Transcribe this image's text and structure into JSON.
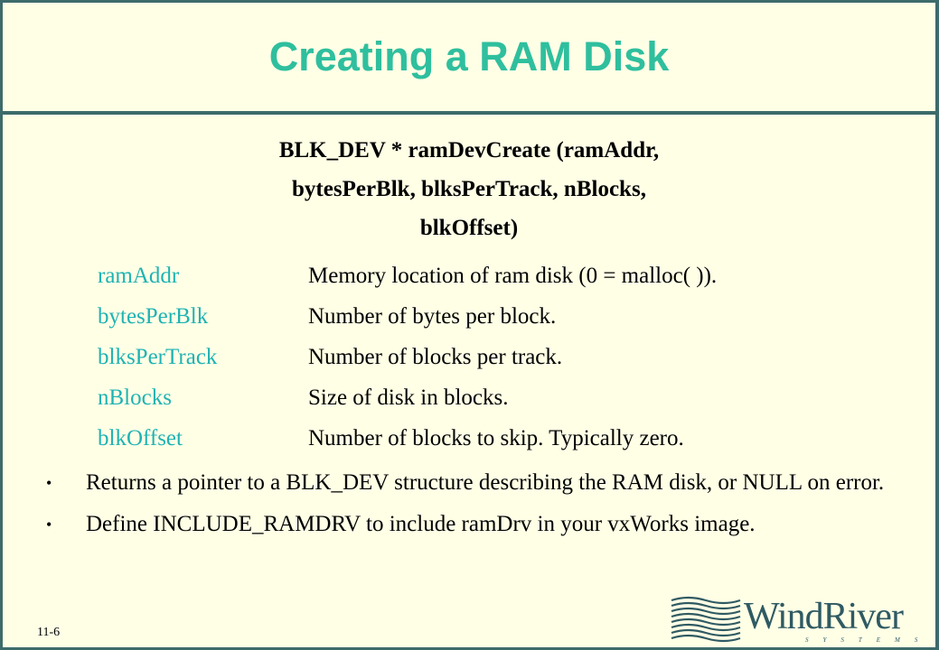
{
  "slide": {
    "title": "Creating a RAM Disk",
    "signature_lines": [
      "BLK_DEV * ramDevCreate (ramAddr,",
      "bytesPerBlk, blksPerTrack, nBlocks,",
      "blkOffset)"
    ],
    "params": [
      {
        "name": "ramAddr",
        "desc": "Memory location of ram disk (0 = malloc( ))."
      },
      {
        "name": "bytesPerBlk",
        "desc": "Number of bytes per block."
      },
      {
        "name": "blksPerTrack",
        "desc": "Number of blocks per track."
      },
      {
        "name": "nBlocks",
        "desc": "Size of disk in blocks."
      },
      {
        "name": "blkOffset",
        "desc": "Number of blocks to skip. Typically zero."
      }
    ],
    "bullets": [
      "Returns a pointer to a BLK_DEV structure describing the RAM disk, or NULL on error.",
      "Define INCLUDE_RAMDRV to include ramDrv in your vxWorks image."
    ],
    "bullet_glyph": "•",
    "page_number": "11-6",
    "logo": {
      "word": "WindRiver",
      "subtitle": "SYSTEMS"
    },
    "colors": {
      "title": "#2fbf9e",
      "param_name": "#1fb3b3",
      "border": "#3d6b6b",
      "background": "#ffffe6"
    }
  }
}
